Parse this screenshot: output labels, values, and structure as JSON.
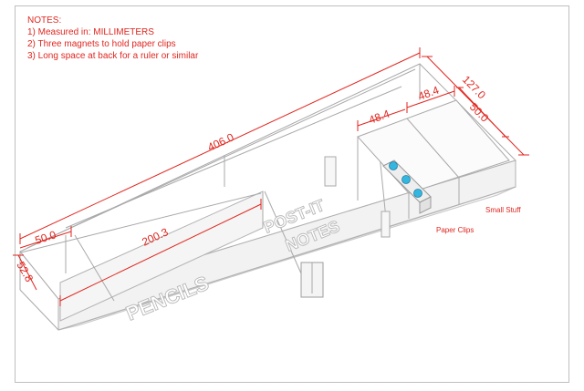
{
  "notes": {
    "heading": "NOTES:",
    "items": [
      "1) Measured in: MILLIMETERS",
      "2) Three magnets to hold paper clips",
      "3) Long space at back for a ruler or similar"
    ]
  },
  "dimensions": {
    "overall_length": "406.0",
    "overall_depth": "127.0",
    "small_stuff_width": "48.4",
    "paper_clips_width": "48.4",
    "rear_depth": "50.0",
    "front_depth_left": "50.0",
    "pencils_length": "200.3",
    "height": "52.8"
  },
  "engravings": {
    "pencils": "PENCILS",
    "postit_line1": "POST-IT",
    "postit_line2": "NOTES"
  },
  "callouts": {
    "small_stuff": "Small Stuff",
    "paper_clips": "Paper Clips"
  },
  "colors": {
    "annotation": "#e0261f",
    "outline": "#a9a9a9",
    "magnet": "#35b6e0"
  }
}
